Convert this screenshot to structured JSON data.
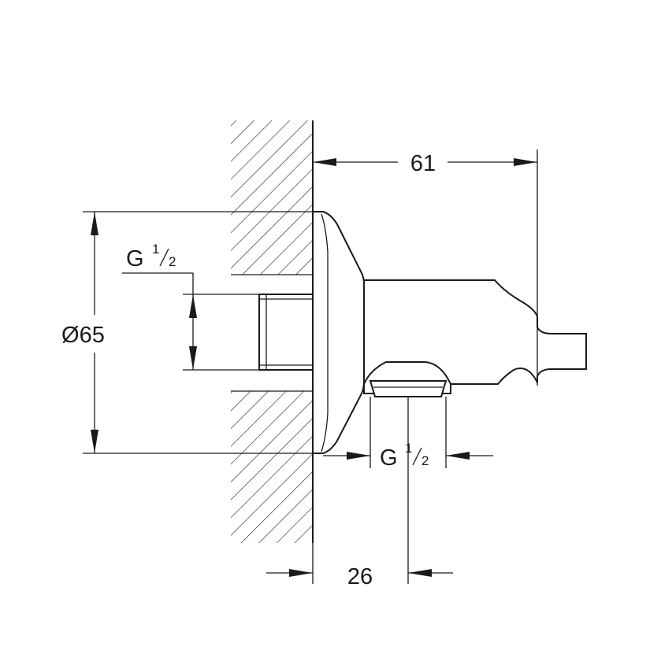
{
  "dimensions": {
    "depth": {
      "value": "61"
    },
    "diameter": {
      "symbol": "Ø",
      "value": "65"
    },
    "thread_inlet": {
      "prefix": "G",
      "numerator": "1",
      "denominator": "2"
    },
    "thread_outlet": {
      "prefix": "G",
      "numerator": "1",
      "denominator": "2"
    },
    "outlet_offset": {
      "value": "26"
    }
  }
}
